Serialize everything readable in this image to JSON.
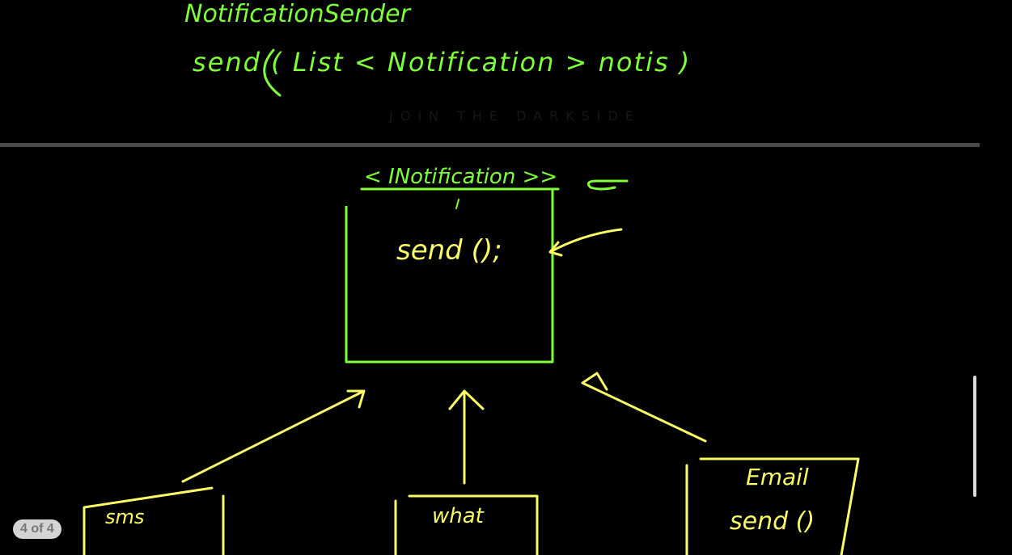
{
  "top_note": {
    "title": "NotificationSender",
    "method": "send ( List < Notification >  notis )"
  },
  "watermark": "JOIN THE DARKSIDE",
  "diagram": {
    "interface_label": "< INotification >>",
    "interface_method": "send ();",
    "subclasses": [
      {
        "label": "sms",
        "method": ""
      },
      {
        "label": "what",
        "method": ""
      },
      {
        "label": "Email",
        "method": "send ()"
      }
    ]
  },
  "viewer": {
    "page_indicator": "4 of 4"
  },
  "colors": {
    "background": "#000000",
    "green_ink": "#7fff3a",
    "yellow_ink": "#fbfb66",
    "divider": "#4a4a4a",
    "badge_bg": "#d4d4d4",
    "badge_text": "#777777",
    "scrollbar": "#d9d9d9"
  }
}
